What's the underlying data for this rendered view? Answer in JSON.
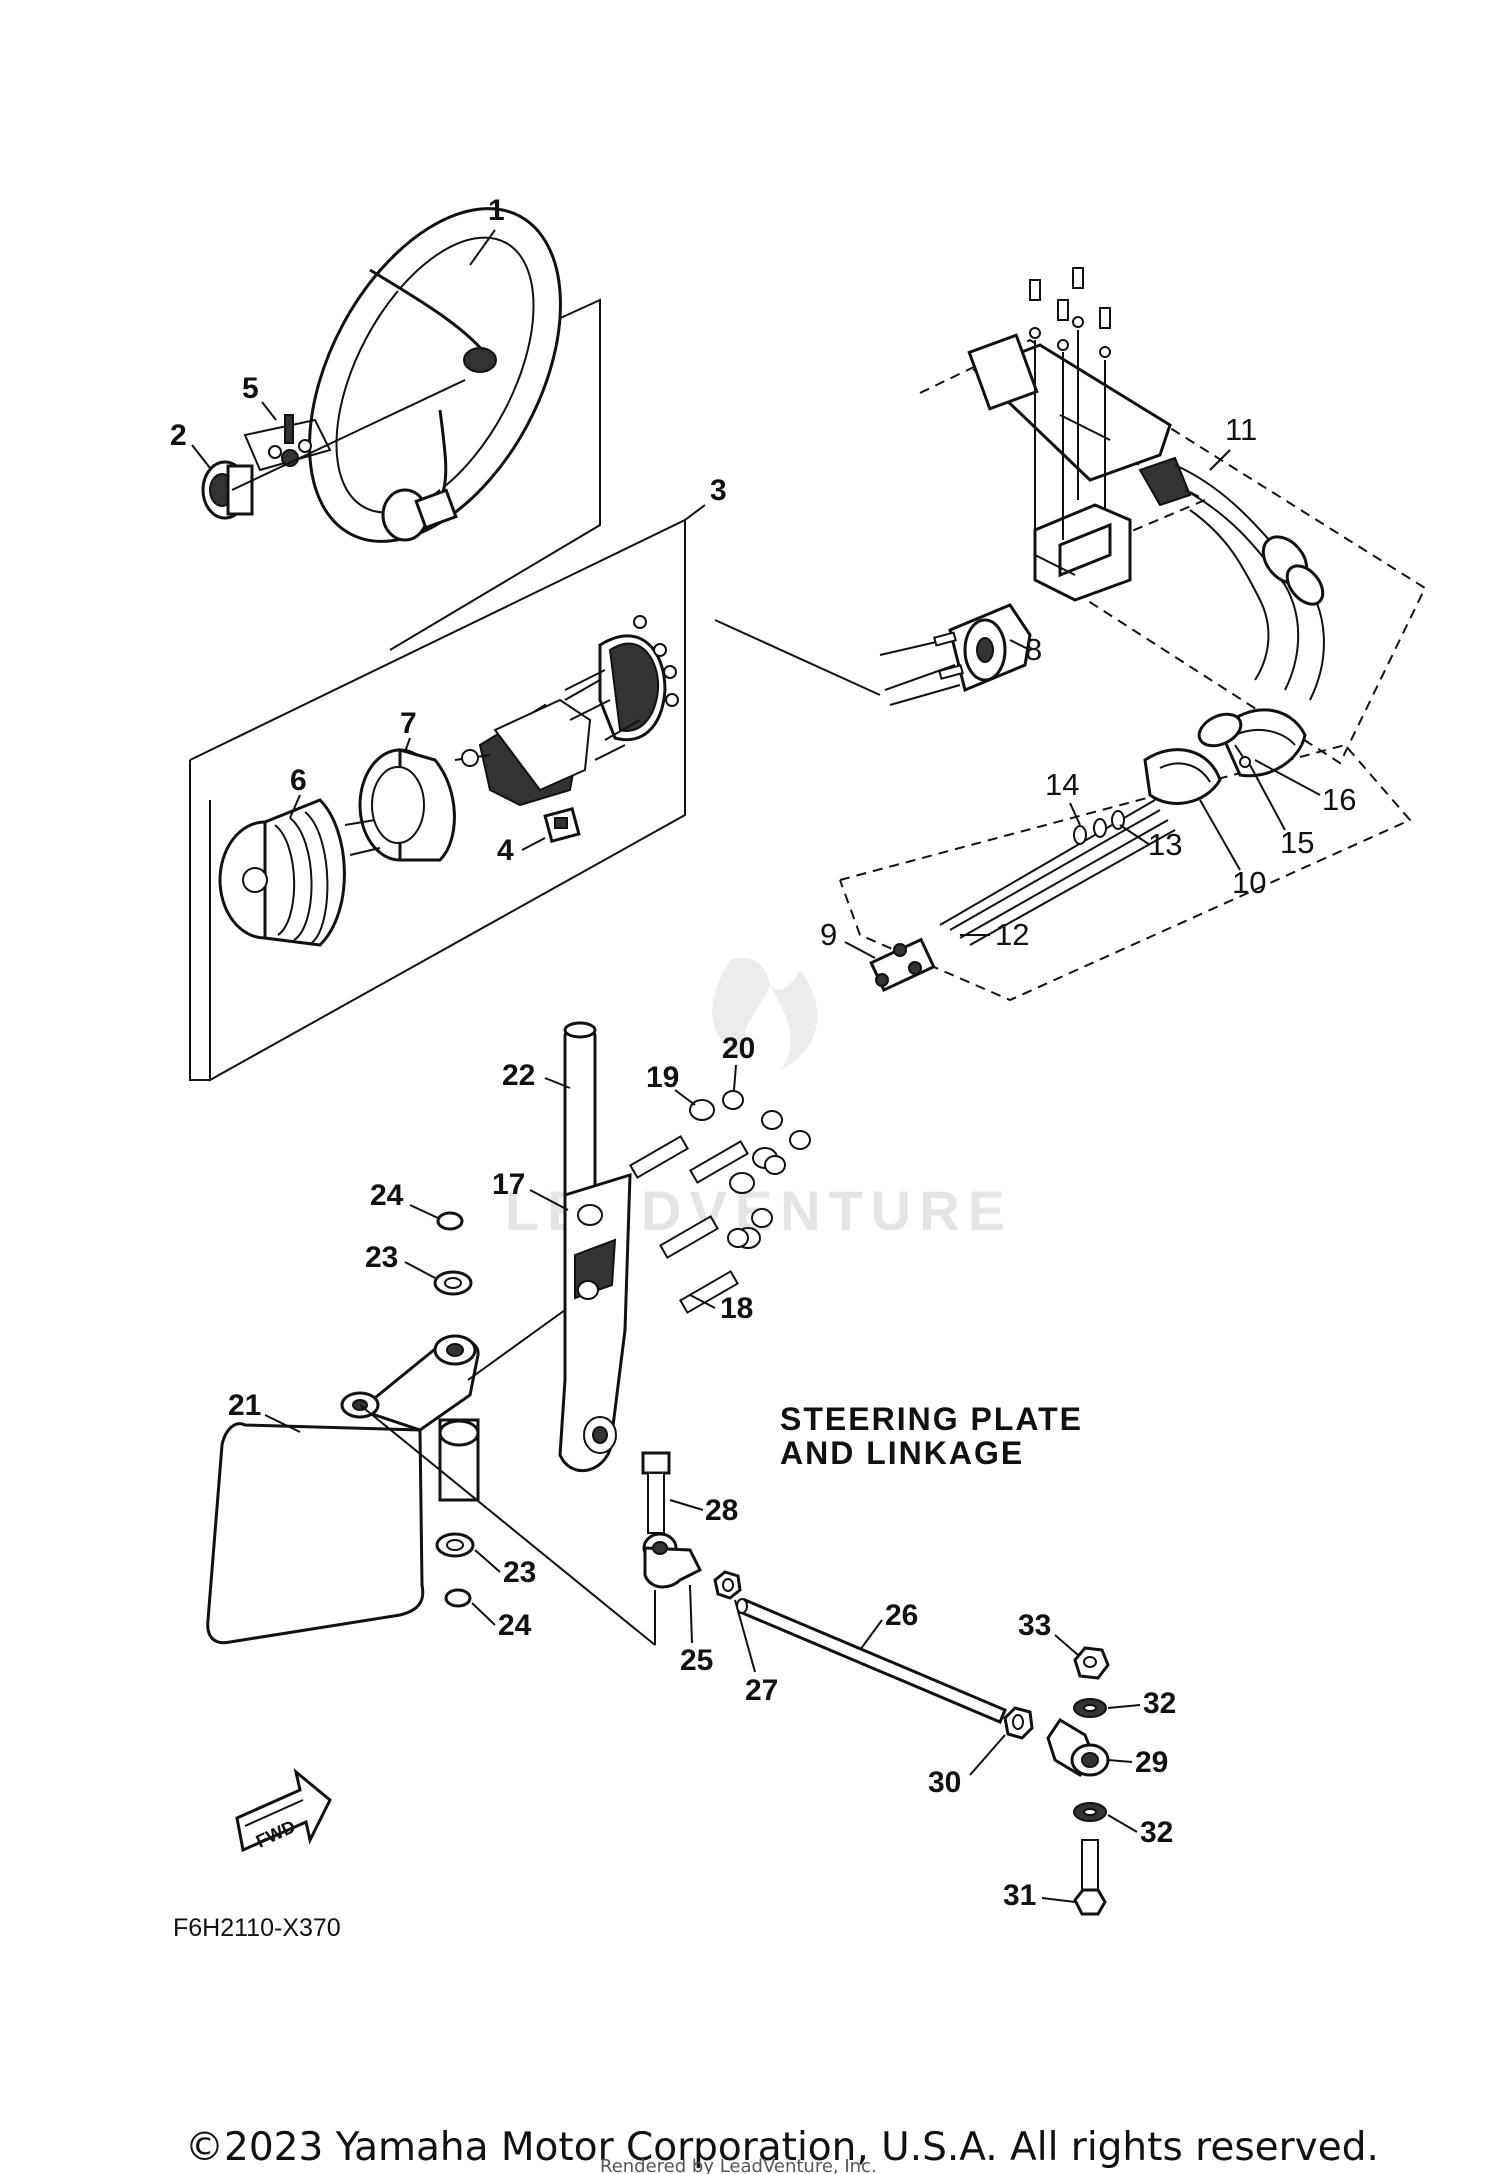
{
  "diagram": {
    "title_line1": "STEERING PLATE",
    "title_line2": "AND LINKAGE",
    "diagram_code": "F6H2110-X370",
    "fwd_label": "FWD",
    "watermark": "LEADVENTURE",
    "copyright": "©2023 Yamaha Motor Corporation, U.S.A. All rights reserved.",
    "rendered_by": "Rendered by LeadVenture, Inc."
  },
  "callouts": {
    "c1": "1",
    "c2": "2",
    "c3": "3",
    "c4": "4",
    "c5": "5",
    "c6": "6",
    "c7": "7",
    "c8": "8",
    "c9": "9",
    "c10": "10",
    "c11": "11",
    "c12": "12",
    "c13": "13",
    "c14": "14",
    "c15": "15",
    "c16": "16",
    "c17": "17",
    "c18": "18",
    "c19": "19",
    "c20": "20",
    "c21": "21",
    "c22": "22",
    "c23a": "23",
    "c23b": "23",
    "c24a": "24",
    "c24b": "24",
    "c25": "25",
    "c26": "26",
    "c27": "27",
    "c28": "28",
    "c29": "29",
    "c30": "30",
    "c31": "31",
    "c32a": "32",
    "c32b": "32",
    "c33": "33"
  }
}
